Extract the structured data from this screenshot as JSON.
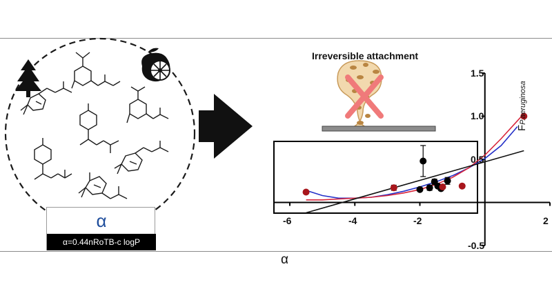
{
  "panel_title": "Irreversible attachment",
  "formula": {
    "symbol": "α",
    "equation": "α=0.44nRoTB-c logP"
  },
  "icons": [
    "tree-icon",
    "orange-icon",
    "arrow-right-icon",
    "bacteria-cross-icon",
    "surface-slab-icon"
  ],
  "colors": {
    "dark_points": "#000000",
    "red_points": "#a8161c",
    "blue_fit": "#2430c8",
    "red_fit": "#d8243a",
    "black_fit": "#111111",
    "cross": "#f07a7a"
  },
  "chart_data": {
    "type": "scatter",
    "xlabel": "α",
    "ylabel_main": "F",
    "ylabel_sub": "P.aeruginosa",
    "xlim": [
      -6.5,
      2
    ],
    "ylim": [
      -0.5,
      1.5
    ],
    "xticks": [
      -6,
      -4,
      -2,
      2
    ],
    "yticks": [
      1.5,
      1.0,
      0.5,
      -0.5
    ],
    "xtick_labels": [
      "-6",
      "-4",
      "-2",
      "2"
    ],
    "ytick_labels": [
      "1.5",
      "1.0",
      "0.5",
      "-0.5"
    ],
    "series": [
      {
        "marker": "dark",
        "points": [
          {
            "x": -1.9,
            "y": 0.48,
            "err": 0.18
          },
          {
            "x": -2.0,
            "y": 0.15,
            "err": 0.02
          },
          {
            "x": -1.7,
            "y": 0.17,
            "err": 0.03
          },
          {
            "x": -1.55,
            "y": 0.24,
            "err": 0.03
          },
          {
            "x": -1.45,
            "y": 0.19,
            "err": 0.02
          },
          {
            "x": -1.35,
            "y": 0.16,
            "err": 0.02
          },
          {
            "x": -1.15,
            "y": 0.25,
            "err": 0.04
          }
        ]
      },
      {
        "marker": "red",
        "points": [
          {
            "x": -5.5,
            "y": 0.12,
            "err": 0.02
          },
          {
            "x": -2.8,
            "y": 0.17,
            "err": 0.03
          },
          {
            "x": -1.3,
            "y": 0.18,
            "err": 0.02
          },
          {
            "x": -0.7,
            "y": 0.19,
            "err": 0.02
          },
          {
            "x": 1.2,
            "y": 1.0,
            "err": 0.0
          }
        ]
      }
    ],
    "fits": [
      {
        "style": "blue",
        "points": [
          [
            -5.5,
            0.14
          ],
          [
            -5.0,
            0.08
          ],
          [
            -4.5,
            0.05
          ],
          [
            -4.0,
            0.05
          ],
          [
            -3.5,
            0.06
          ],
          [
            -3.0,
            0.09
          ],
          [
            -2.5,
            0.13
          ],
          [
            -2.0,
            0.18
          ],
          [
            -1.5,
            0.24
          ],
          [
            -1.0,
            0.31
          ],
          [
            -0.5,
            0.4
          ],
          [
            0.0,
            0.51
          ],
          [
            0.5,
            0.66
          ],
          [
            1.0,
            0.88
          ]
        ]
      },
      {
        "style": "red",
        "points": [
          [
            -5.5,
            0.03
          ],
          [
            -5.0,
            0.03
          ],
          [
            -4.5,
            0.04
          ],
          [
            -4.0,
            0.05
          ],
          [
            -3.5,
            0.06
          ],
          [
            -3.0,
            0.08
          ],
          [
            -2.5,
            0.11
          ],
          [
            -2.0,
            0.15
          ],
          [
            -1.5,
            0.21
          ],
          [
            -1.0,
            0.29
          ],
          [
            -0.5,
            0.4
          ],
          [
            0.0,
            0.55
          ],
          [
            0.5,
            0.74
          ],
          [
            1.2,
            1.03
          ]
        ]
      },
      {
        "style": "black",
        "points": [
          [
            -5.5,
            -0.12
          ],
          [
            1.2,
            0.6
          ]
        ]
      }
    ]
  }
}
